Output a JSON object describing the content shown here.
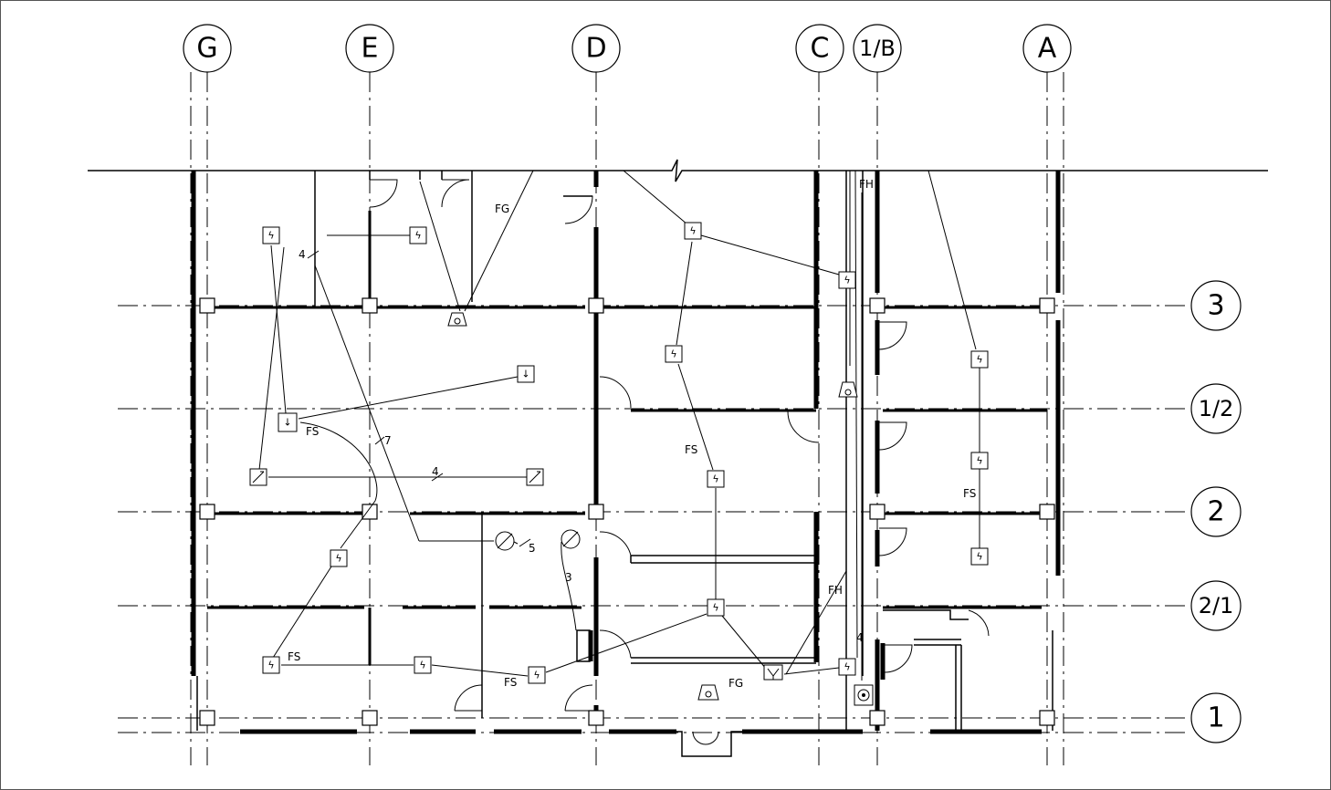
{
  "grid_bubbles": {
    "columns": [
      "G",
      "E",
      "D",
      "C",
      "1/B",
      "A"
    ],
    "rows": [
      "3",
      "1/2",
      "2",
      "2/1",
      "1"
    ]
  },
  "labels": {
    "fg_top": "FG",
    "fh_top": "FH",
    "fs_left": "FS",
    "fs_mid": "FS",
    "fs_right": "FS",
    "fh_lower": "FH",
    "fs_bottom_left": "FS",
    "fs_bottom_mid": "FS",
    "fg_bottom": "FG"
  },
  "wire_counts": {
    "w4_upper": "4",
    "w7": "7",
    "w4_mid": "4",
    "w5": "5",
    "w3": "3",
    "w4_right": "4"
  },
  "device_glyphs": {
    "strobe": "ϟ",
    "pull": "↓",
    "horn": "⊘"
  }
}
